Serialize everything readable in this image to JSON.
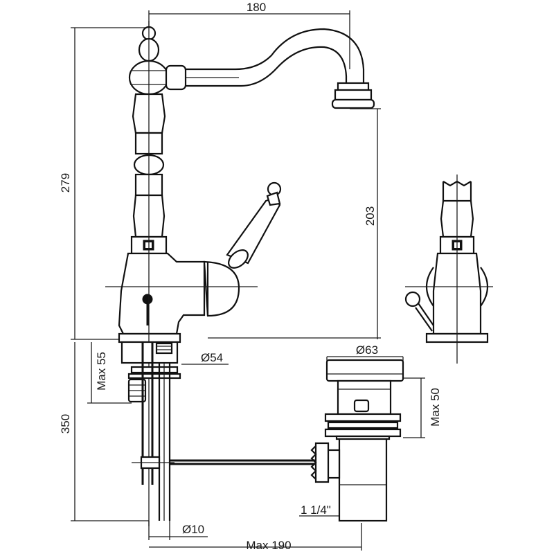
{
  "dimensions": {
    "width_top": "180",
    "height_total": "279",
    "spout_height": "203",
    "max_55": "Max 55",
    "diameter_54": "Ø54",
    "diameter_63": "Ø63",
    "max_50": "Max 50",
    "length_350": "350",
    "thread": "1 1/4\"",
    "diameter_10": "Ø10",
    "max_190": "Max 190"
  }
}
